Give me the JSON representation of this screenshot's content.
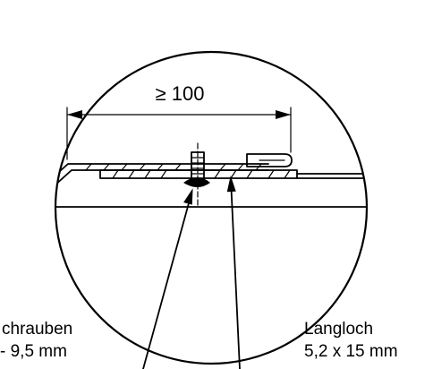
{
  "dimension": {
    "label": "≥ 100"
  },
  "callouts": {
    "screw_line1": "chrauben",
    "screw_line2": "- 9,5 mm",
    "slot_line1": "Langloch",
    "slot_line2": "5,2 x 15 mm"
  },
  "colors": {
    "ink": "#000000",
    "background": "#ffffff"
  }
}
